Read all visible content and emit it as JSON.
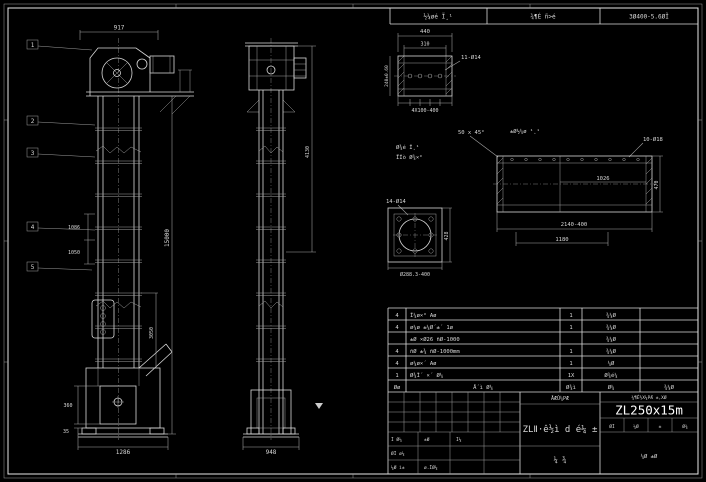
{
  "top_strip": {
    "cells": [
      "½¼øé Ĩ¸¹",
      "¾¶É ñ>é",
      "3Ø400-5.6ØĨ"
    ]
  },
  "front_view": {
    "balloons": [
      "1",
      "2",
      "3",
      "4",
      "5"
    ],
    "dim_width_top": "917",
    "dim_total_height": "15000",
    "dim_section_a": "1086",
    "dim_section_b": "1050",
    "dim_boot_height": "3050",
    "dim_door": "360",
    "dim_base_pad": "35",
    "dim_base_width": "1286"
  },
  "side_view": {
    "dim_head_height": "4130",
    "dim_base_width": "948"
  },
  "detail_channel": {
    "dim_width": "440",
    "dim_inner_width": "310",
    "dim_height": "240±0.60",
    "holes_label": "11-Ø14",
    "dim_spacing": "4X100-400"
  },
  "detail_beam": {
    "holes_label": "10-Ø18",
    "dim_inner": "1026",
    "dim_height": "470",
    "dim_length": "2140-400",
    "dim_inner_length": "1180"
  },
  "detail_flange": {
    "holes_label": "14-Ø14",
    "dim_height": "428",
    "dim_pipe": "Ø288.3-400"
  },
  "notes": {
    "weld_note_1": "Ø¾é Ĩ¸¹",
    "weld_note_2": "ÏÍò Ø¾×°",
    "chamfer": "50 x 45°",
    "surface_note": "±Ø½¼ø ¹¸¹"
  },
  "bom": {
    "header": [
      "Øø",
      "Å´ì Ø¼",
      "Ø¾ì",
      "Ø¼",
      "¾¼Ø"
    ],
    "rows": [
      {
        "no": "4",
        "desc": "Ĩ¼ø×° Aø",
        "qty": "1",
        "mat": "¾¼Ø"
      },
      {
        "no": "4",
        "desc": "ø¼ø ±¼Ø´±´ 1ø",
        "qty": "1",
        "mat": "¾¼Ø"
      },
      {
        "no": "",
        "desc": "±Ø ×Ø26 ñØ-1000",
        "qty": "",
        "mat": "¾¼Ø"
      },
      {
        "no": "4",
        "desc": "ñØ ±¾ ñØ-1000mm",
        "qty": "1",
        "mat": "¾¼Ø"
      },
      {
        "no": "4",
        "desc": "ø¼ø×´ Aø",
        "qty": "1",
        "mat": "¼Ø"
      },
      {
        "no": "1",
        "desc": "Ø¾Ĩ´ ×´ Ø¼",
        "qty": "1X",
        "mat": "Ø¾é¼"
      }
    ]
  },
  "title_block": {
    "center_label": "ÅÆÛ¼PÆ",
    "project_label": "¾¶É½X¼PÆ ±,XØ",
    "model": "ZL250x15m",
    "title": "ZLⅡ·ê½ì d é¼ ±",
    "subtitle": "¼ ¾",
    "right_cells": [
      "ØĨ",
      "¼Ø",
      "±",
      "Ø¾"
    ],
    "left_cells": [
      "Ĩ Ø¼",
      "±Ø",
      "Ĩ¼",
      "ØĨ ø¼",
      "¼Ø ì±",
      "ø.ĨØ¼"
    ],
    "sheet": "¼Ø ±Ø"
  }
}
